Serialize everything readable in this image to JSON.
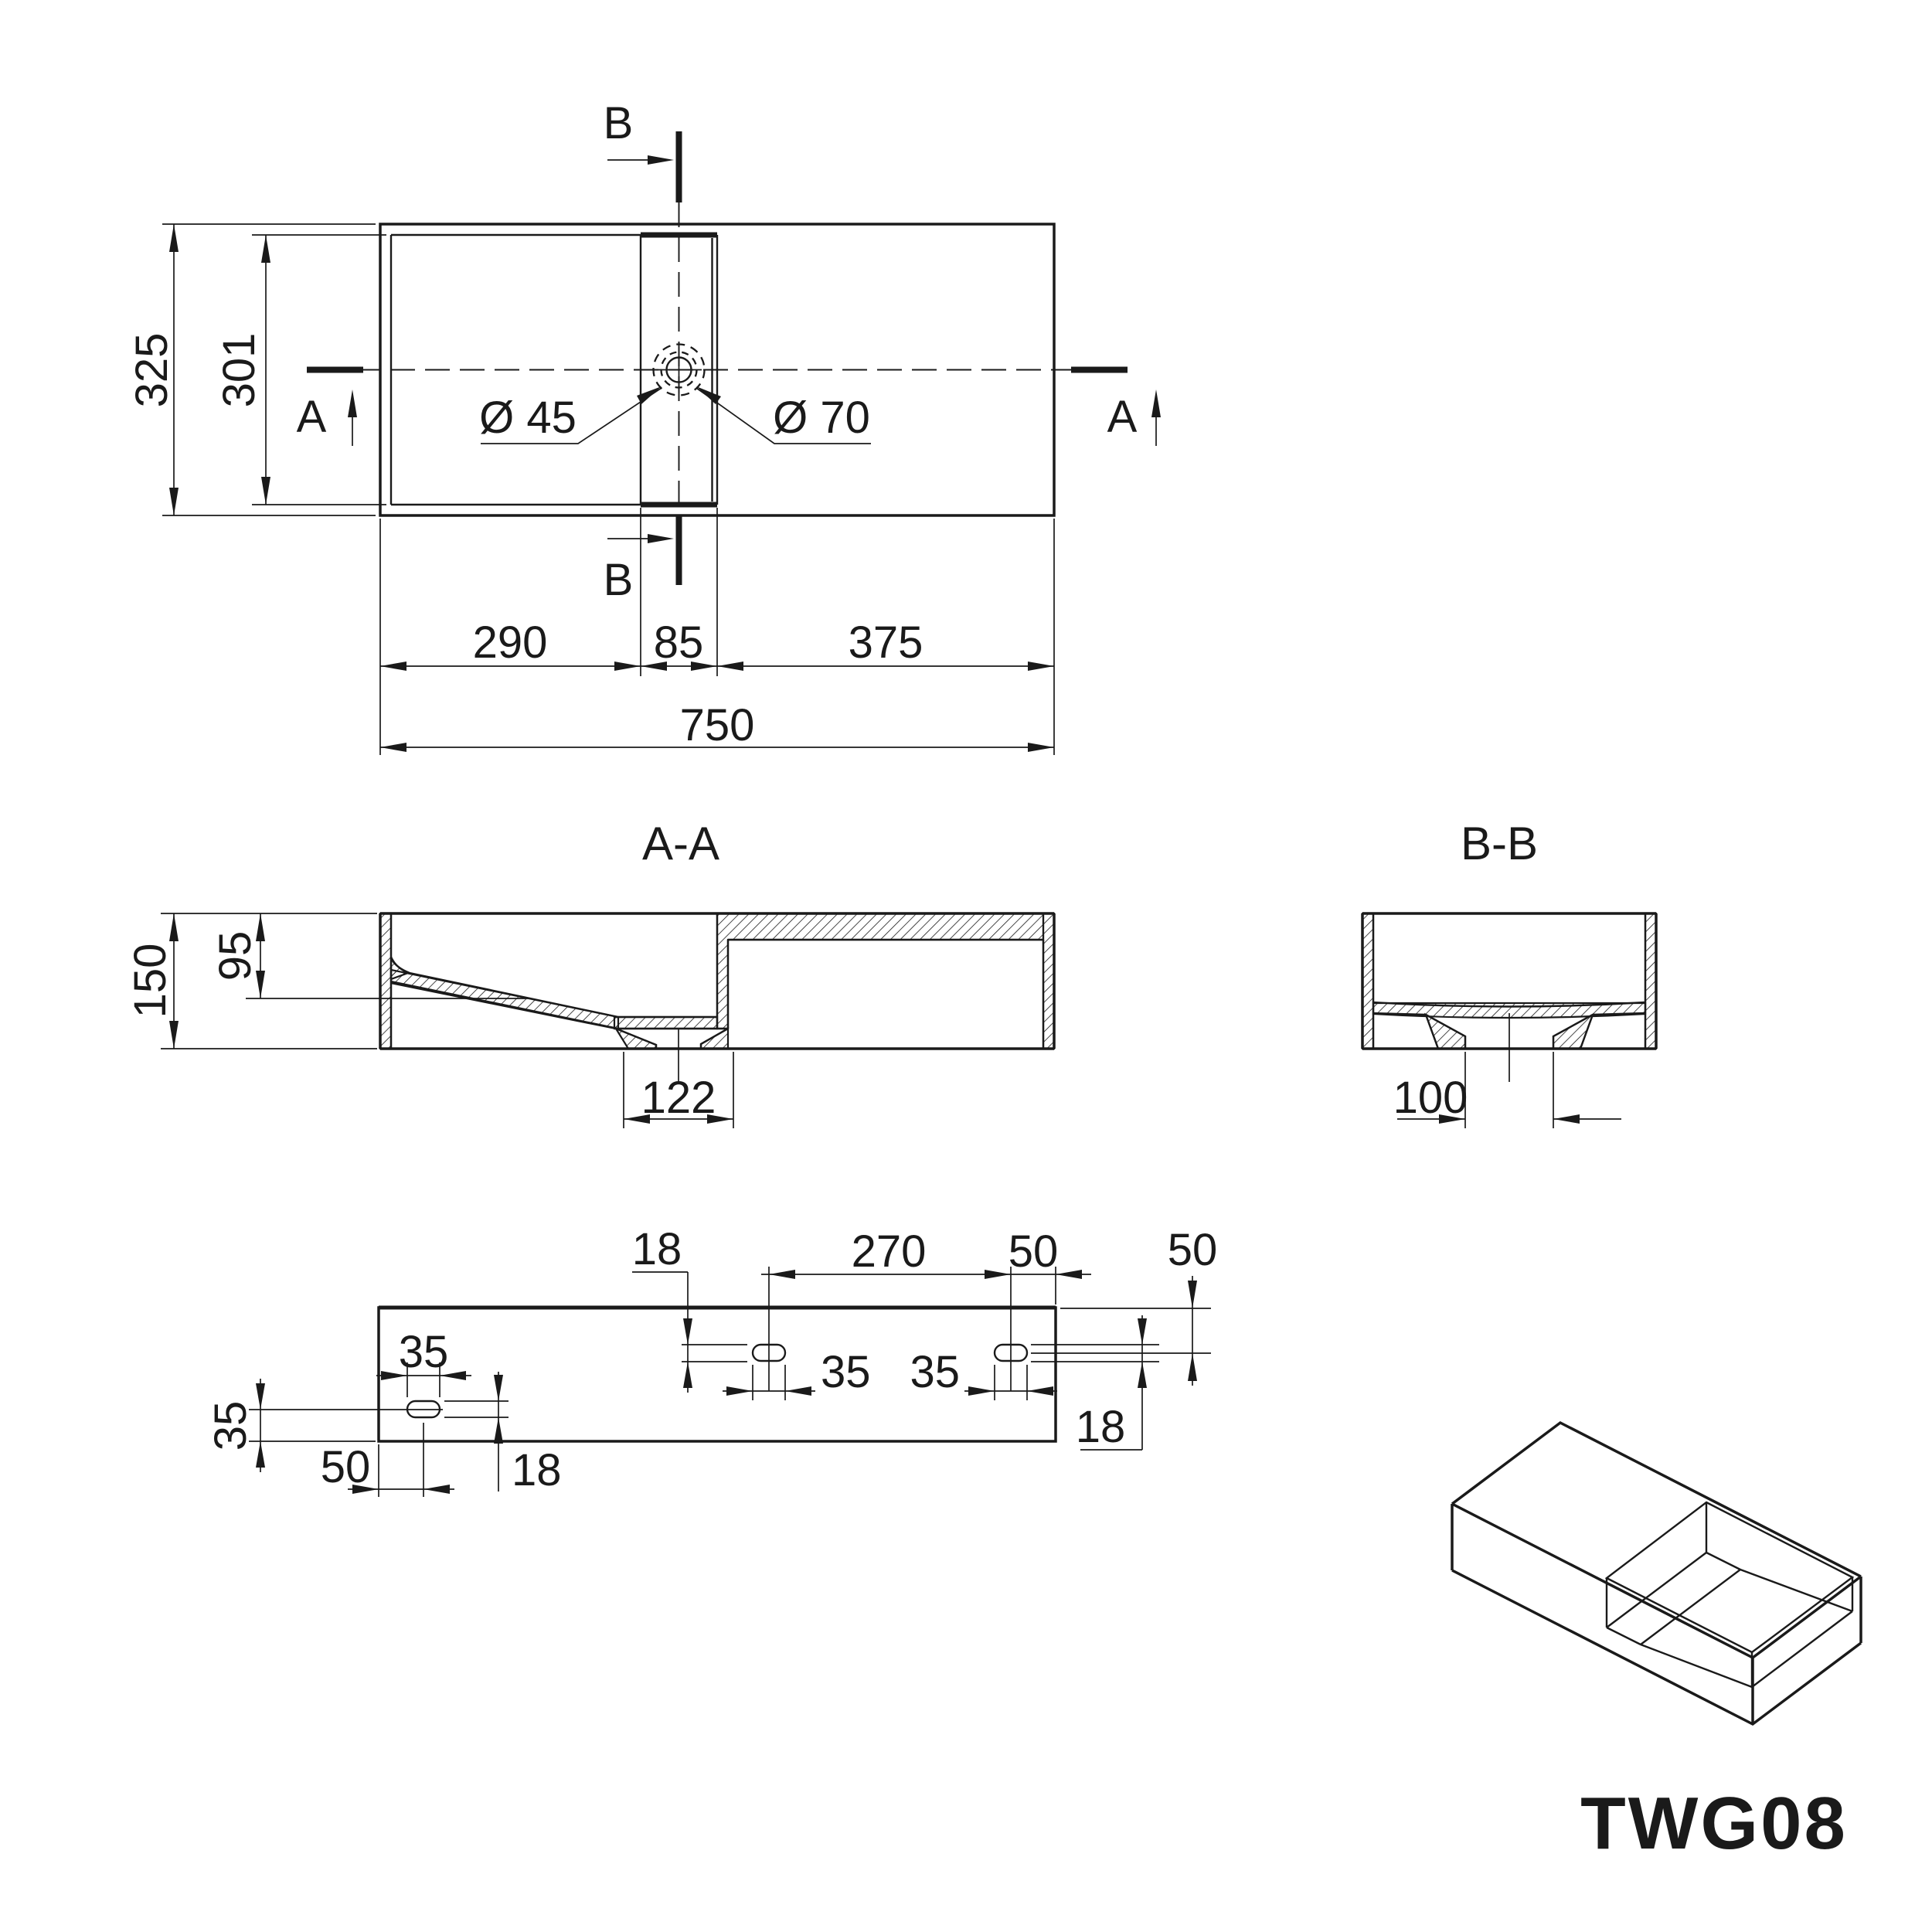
{
  "model_code": "TWG08",
  "top_view": {
    "dim_width_total": "750",
    "dim_width_basin": "290",
    "dim_width_slot": "85",
    "dim_width_deck": "375",
    "dim_depth_outer": "325",
    "dim_depth_inner": "301",
    "label_drain_small": "Ø 45",
    "label_drain_large": "Ø 70"
  },
  "section_markers": {
    "a": "A",
    "b": "B"
  },
  "section_aa": {
    "title": "A-A",
    "dim_height": "150",
    "dim_basin_depth": "95",
    "dim_drain_width": "122"
  },
  "section_bb": {
    "title": "B-B",
    "dim_drain_width": "100"
  },
  "rear_view": {
    "dim_slot_width": "35",
    "dim_slot_height": "18",
    "dim_offset_left": "50",
    "dim_offset_bottom": "35",
    "dim_offset_top": "50",
    "dim_offset_right": "50",
    "dim_slot_spacing": "270"
  },
  "colors": {
    "line": "#1a1a1a",
    "background": "#ffffff"
  }
}
